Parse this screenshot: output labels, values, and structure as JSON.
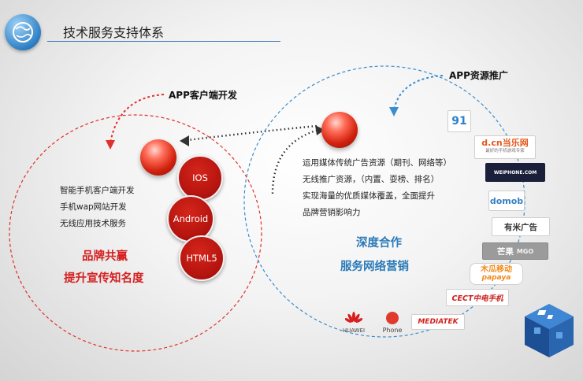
{
  "header": {
    "title": "技术服务支持体系"
  },
  "left": {
    "heading": "APP客户端开发",
    "lines": [
      "智能手机客户端开发",
      "手机wap网站开发",
      "无线应用技术服务"
    ],
    "slogan1": "品牌共赢",
    "slogan2": "提升宣传知名度",
    "platforms": [
      "IOS",
      "Android",
      "HTML5"
    ]
  },
  "right": {
    "heading": "APP资源推广",
    "lines": [
      "运用媒体传统广告资源（期刊、网络等）",
      "无线推广资源，（内置、耍榜、排名）",
      "实现海量的优质媒体覆盖，全面提升",
      "品牌营销影响力"
    ],
    "slogan1": "深度合作",
    "slogan2": "服务网络营销"
  },
  "partners": {
    "p91": "91",
    "dangle": "d.cn当乐网",
    "dangle_sub": "最好的手机游戏专家",
    "weiphone": "WEIPHONE.COM",
    "domob": "domob",
    "youmi": "有米广告",
    "mango": "芒果",
    "mango_sub": "MGO",
    "papaya": "木瓜移动",
    "papaya_sub": "papaya",
    "cect": "CECT中电手机",
    "mediatek": "MEDIATEK",
    "huawei": "HUAWEI",
    "phone": "Phone"
  },
  "colors": {
    "accent_red": "#d51f1f",
    "accent_blue": "#2b7ab8",
    "title_line": "#3f78b6"
  }
}
